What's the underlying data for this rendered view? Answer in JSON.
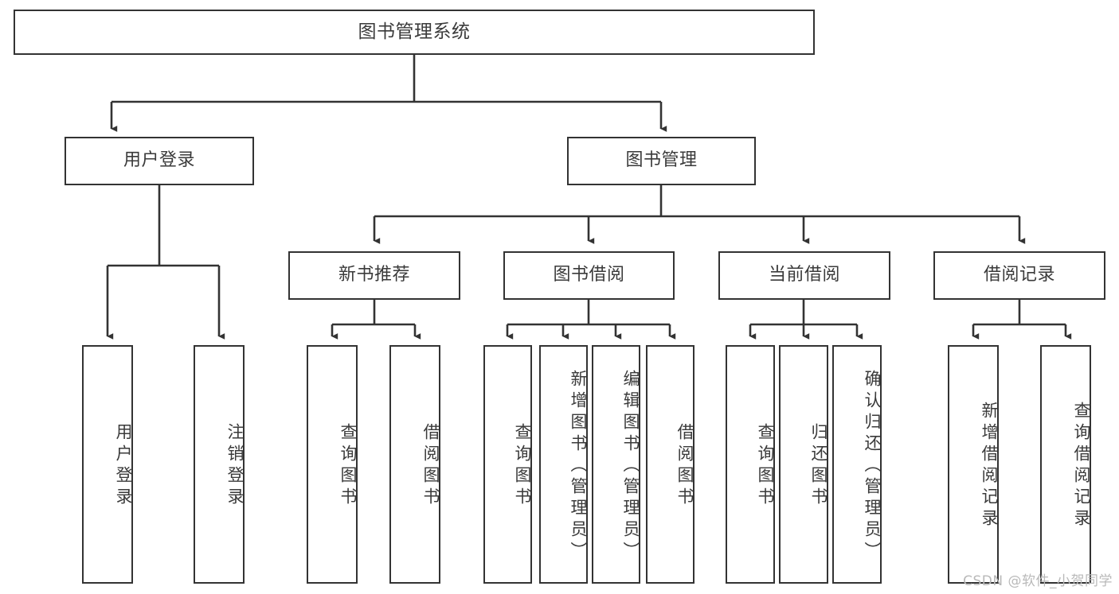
{
  "diagram": {
    "title": "图书管理系统",
    "type": "tree-hierarchy",
    "orientation": "top-down",
    "box_fill": "#ffffff",
    "box_stroke": "#333333",
    "text_color": "#3a3a3a"
  },
  "nodes": {
    "root": {
      "label": "图书管理系统",
      "level": 1
    },
    "level2": [
      {
        "id": "user-login",
        "label": "用户登录"
      },
      {
        "id": "book-manage",
        "label": "图书管理"
      }
    ],
    "level3": [
      {
        "id": "new-book-recommend",
        "label": "新书推荐"
      },
      {
        "id": "book-borrow",
        "label": "图书借阅"
      },
      {
        "id": "current-borrow",
        "label": "当前借阅"
      },
      {
        "id": "borrow-record",
        "label": "借阅记录"
      }
    ],
    "leaves": {
      "user_login": [
        {
          "id": "leaf-user-login",
          "label": "用户登录"
        },
        {
          "id": "leaf-logout-login",
          "label": "注销登录"
        }
      ],
      "new_book_recommend": [
        {
          "id": "leaf-query-book-1",
          "label": "查询图书"
        },
        {
          "id": "leaf-borrow-book-1",
          "label": "借阅图书"
        }
      ],
      "book_borrow": [
        {
          "id": "leaf-query-book-2",
          "label": "查询图书"
        },
        {
          "id": "leaf-add-book-admin",
          "label": "新增图书（管理员）"
        },
        {
          "id": "leaf-edit-book-admin",
          "label": "编辑图书（管理员）"
        },
        {
          "id": "leaf-borrow-book-2",
          "label": "借阅图书"
        }
      ],
      "current_borrow": [
        {
          "id": "leaf-query-book-3",
          "label": "查询图书"
        },
        {
          "id": "leaf-return-book",
          "label": "归还图书"
        },
        {
          "id": "leaf-confirm-return-admin",
          "label": "确认归还（管理员）"
        }
      ],
      "borrow_record": [
        {
          "id": "leaf-add-borrow-record",
          "label": "新增借阅记录"
        },
        {
          "id": "leaf-query-borrow-record",
          "label": "查询借阅记录"
        }
      ]
    }
  },
  "watermark": {
    "text": "CSDN @软件_小贺同学"
  }
}
